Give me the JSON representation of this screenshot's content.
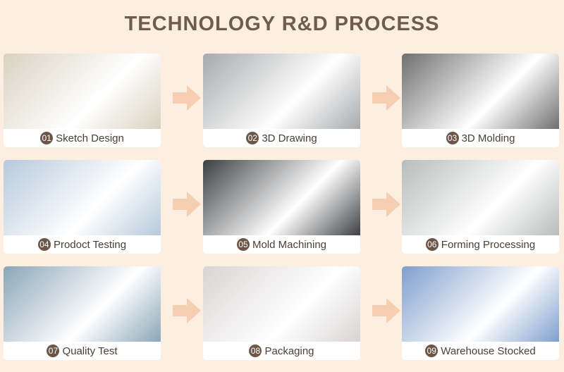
{
  "title": "TECHNOLOGY R&D PROCESS",
  "steps": [
    {
      "num": "01",
      "label": "Sketch Design",
      "color": "#d9d2c0"
    },
    {
      "num": "02",
      "label": "3D Drawing",
      "color": "#a7a9ab"
    },
    {
      "num": "03",
      "label": "3D Molding",
      "color": "#6f6f6f"
    },
    {
      "num": "04",
      "label": "Prodoct  Testing",
      "color": "#b6c9dc"
    },
    {
      "num": "05",
      "label": "Mold Machining",
      "color": "#3d3f42"
    },
    {
      "num": "06",
      "label": "Forming Processing",
      "color": "#b9bcbc"
    },
    {
      "num": "07",
      "label": "Quality Test",
      "color": "#8aa6b8"
    },
    {
      "num": "08",
      "label": "Packaging",
      "color": "#d9d4d4"
    },
    {
      "num": "09",
      "label": "Warehouse Stocked",
      "color": "#7f9fce"
    }
  ]
}
